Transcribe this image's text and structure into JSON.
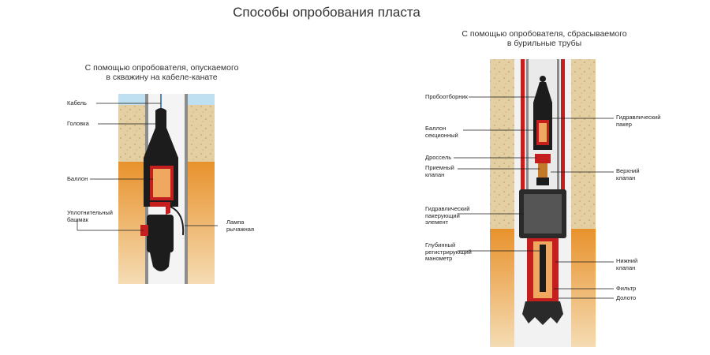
{
  "title": "Способы опробования пласта",
  "left": {
    "subtitle_line1": "С помощью опробователя, опускаемого",
    "subtitle_line2": "в скважину на кабеле-канате",
    "labels": {
      "cable": "Кабель",
      "head": "Головка",
      "cylinder": "Баллон",
      "shoe_line1": "Уплотнительный",
      "shoe_line2": "башмак",
      "lamp_line1": "Лампа",
      "lamp_line2": "рычажная"
    }
  },
  "right": {
    "subtitle_line1": "С помощью опробователя, сбрасываемого",
    "subtitle_line2": "в бурильные трубы",
    "labels": {
      "sampler": "Пробоотборник",
      "sect_cyl_line1": "Баллон",
      "sect_cyl_line2": "секционный",
      "choke": "Дроссель",
      "intake_line1": "Приемный",
      "intake_line2": "клапан",
      "packer_el_line1": "Гидравлический",
      "packer_el_line2": "пакерующий",
      "packer_el_line3": "элемент",
      "gauge_line1": "Глубинный",
      "gauge_line2": "регистрирующий",
      "gauge_line3": "манометр",
      "hyd_packer_line1": "Гидравлический",
      "hyd_packer_line2": "пакер",
      "upper_valve_line1": "Верхний",
      "upper_valve_line2": "клапан",
      "lower_valve_line1": "Нижний",
      "lower_valve_line2": "клапан",
      "filter": "Фильтр",
      "bit": "Долото"
    }
  },
  "colors": {
    "sand": "#e3cfa2",
    "orange_layer": "#e59a3a",
    "water": "#bfe0f0",
    "red": "#cc1f1f",
    "tool_black": "#1c1c1c",
    "pipe_gray": "#9a9a9a"
  }
}
